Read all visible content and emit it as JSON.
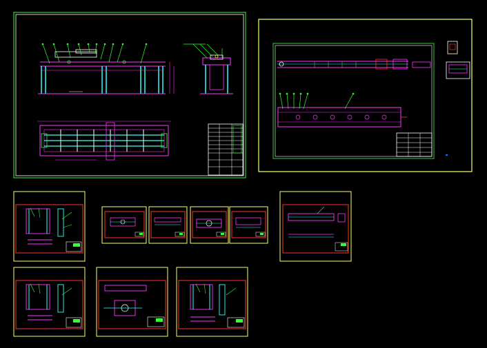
{
  "viewport": {
    "background": "#000000"
  },
  "colors": {
    "sheet_border": "#ffff66",
    "inner_border": "#33cc33",
    "frame_red": "#ff3333",
    "part_magenta": "#ff33ff",
    "part_cyan": "#33ffff",
    "part_green": "#33ff33",
    "part_yellow": "#ffff33",
    "part_white": "#ffffff",
    "part_blue": "#3366ff"
  },
  "drawing_sheets": [
    {
      "id": "sheet-main-assembly",
      "kind": "assembly"
    },
    {
      "id": "sheet-long-beam",
      "kind": "beam"
    },
    {
      "id": "sheet-small-1",
      "kind": "frame-detail"
    },
    {
      "id": "sheet-small-2",
      "kind": "part"
    },
    {
      "id": "sheet-small-3",
      "kind": "part"
    },
    {
      "id": "sheet-small-4",
      "kind": "part"
    },
    {
      "id": "sheet-small-5",
      "kind": "part"
    },
    {
      "id": "sheet-small-6",
      "kind": "rail"
    },
    {
      "id": "sheet-small-7",
      "kind": "frame-detail"
    },
    {
      "id": "sheet-small-8",
      "kind": "part-large"
    },
    {
      "id": "sheet-small-9",
      "kind": "frame-detail"
    }
  ]
}
